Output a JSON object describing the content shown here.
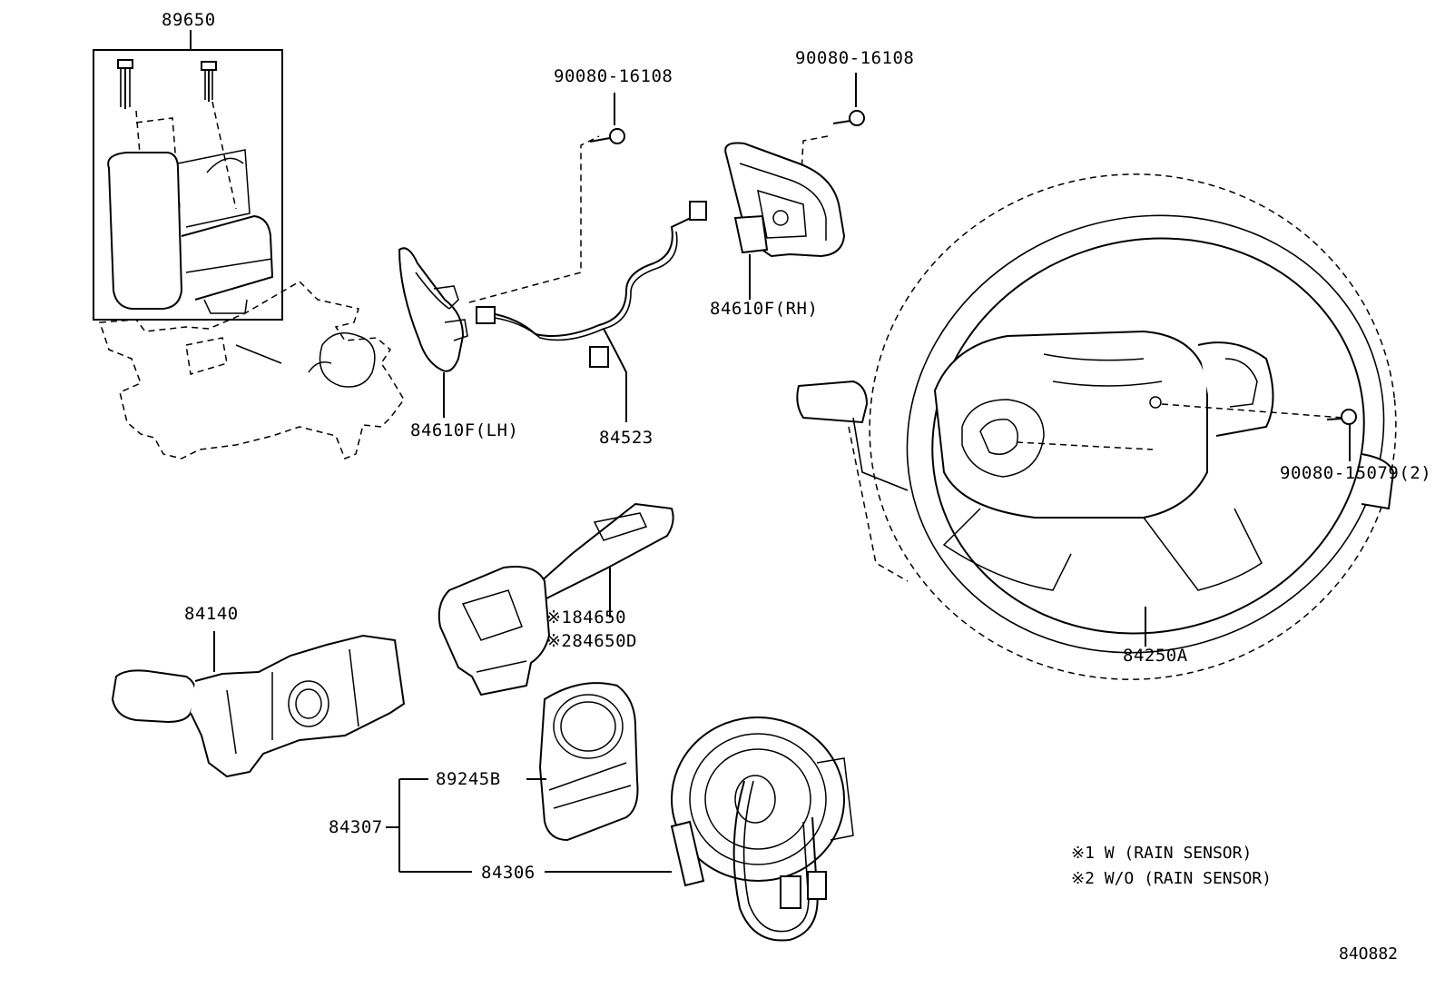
{
  "labels": {
    "p89650": "89650",
    "p90080_a": "90080-16108",
    "p90080_b": "90080-16108",
    "p84610F_RH": "84610F(RH)",
    "p84610F_LH": "84610F(LH)",
    "p84523": "84523",
    "p90080_c": "90080-15079(2)",
    "p84250A": "84250A",
    "p84140": "84140",
    "p84650": "※184650",
    "p84650D": "※284650D",
    "p89245B": "89245B",
    "p84307": "84307",
    "p84306": "84306"
  },
  "notes": {
    "note1": "※1 W (RAIN SENSOR)",
    "note2": "※2 W/O (RAIN SENSOR)"
  },
  "diagram_id": "84O882"
}
